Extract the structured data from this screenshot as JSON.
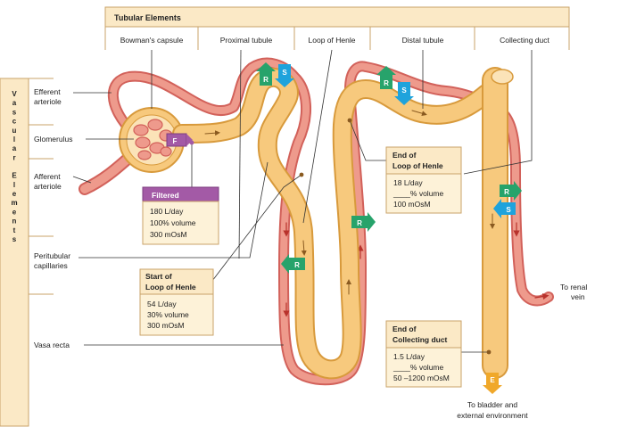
{
  "header": {
    "title": "Tubular Elements",
    "columns": [
      "Bowman's capsule",
      "Proximal tubule",
      "Loop of Henle",
      "Distal tubule",
      "Collecting duct"
    ]
  },
  "side_label": {
    "letters": [
      "V",
      "a",
      "s",
      "c",
      "u",
      "l",
      "a",
      "r",
      "E",
      "l",
      "e",
      "m",
      "e",
      "n",
      "t",
      "s"
    ]
  },
  "left_labels": {
    "efferent": [
      "Efferent",
      "arteriole"
    ],
    "glomerulus": "Glomerulus",
    "afferent": [
      "Afferent",
      "arteriole"
    ],
    "peritubular": [
      "Peritubular",
      "capillaries"
    ],
    "vasa_recta": "Vasa recta"
  },
  "boxes": {
    "filtered": {
      "title": "Filtered",
      "lines": [
        "180 L/day",
        "100% volume",
        "300 mOsM"
      ]
    },
    "start_loop": {
      "title": [
        "Start of",
        "Loop of Henle"
      ],
      "lines": [
        "54 L/day",
        "30% volume",
        "300 mOsM"
      ]
    },
    "end_loop": {
      "title": [
        "End of",
        "Loop of Henle"
      ],
      "lines": [
        "18 L/day",
        "____% volume",
        "100 mOsM"
      ]
    },
    "end_cd": {
      "title": [
        "End of",
        "Collecting duct"
      ],
      "lines": [
        "1.5 L/day",
        "____% volume",
        "50 –1200 mOsM"
      ]
    }
  },
  "badges": {
    "filtration": "F",
    "reabsorption": "R",
    "secretion": "S",
    "excretion": "E"
  },
  "right_labels": {
    "renal_vein": [
      "To renal",
      "vein"
    ],
    "bladder": [
      "To bladder and",
      "external environment"
    ]
  },
  "colors": {
    "tubule": "#f7c97d",
    "tubule_edge": "#d89a3c",
    "vessel": "#ee9a8c",
    "vessel_edge": "#d2615a",
    "header_fill": "#fbe9c6",
    "box_fill": "#fdf2d8",
    "reabsorb": "#27a36b",
    "secrete": "#1fa3dc",
    "filtration": "#a35aa6"
  }
}
